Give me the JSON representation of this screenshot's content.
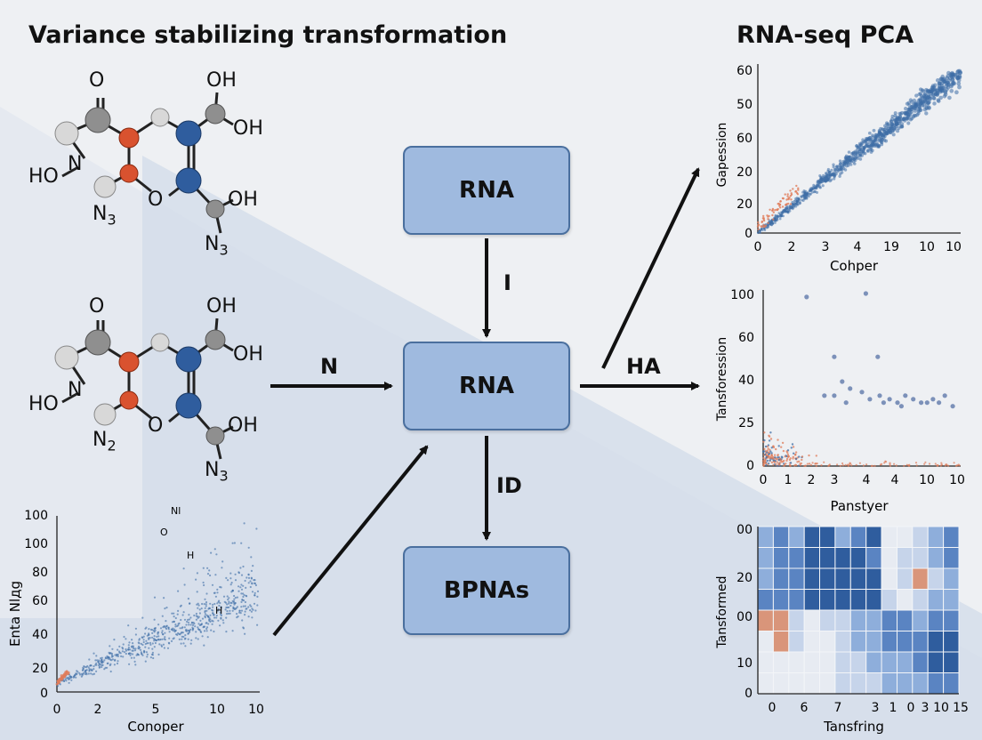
{
  "titles": {
    "main": "Variance stabilizing transformation",
    "right": "RNA-seq PCA"
  },
  "flow": {
    "nodes": [
      "RNA",
      "RNA",
      "BPNAs"
    ],
    "edge_labels": {
      "top": "I",
      "bottom": "ID",
      "left": "N",
      "right": "HA"
    }
  },
  "molecules": [
    {
      "atoms": [
        "O",
        "OH",
        "OH",
        "N",
        "HO",
        "O",
        "OH",
        "N",
        "N"
      ],
      "subscripts": [
        "3",
        "3"
      ]
    },
    {
      "atoms": [
        "O",
        "OH",
        "OH",
        "N",
        "HO",
        "O",
        "OH",
        "N",
        "N"
      ],
      "subscripts": [
        "2",
        "3"
      ]
    }
  ],
  "colors": {
    "node_fill": "#9fbadf",
    "node_border": "#4a6f9e",
    "points_blue": "#3e6ea6",
    "points_orange": "#e07c5a",
    "atom_grey": "#8f8f8f",
    "atom_red": "#d9522f",
    "atom_blue": "#2f5d9e",
    "atom_white": "#d8d8d8"
  },
  "chart_data": [
    {
      "type": "scatter",
      "title": "",
      "xlabel": "Conoper",
      "ylabel": "Enta Nlдg",
      "x_ticks": [
        "0",
        "2",
        "5",
        "10",
        "10"
      ],
      "y_ticks": [
        "100",
        "100",
        "80",
        "60",
        "40",
        "20",
        "0"
      ],
      "annotations": [
        "Nl",
        "O",
        "H",
        "H"
      ],
      "series": [
        {
          "color": "#3e6ea6",
          "trend_x": [
            0,
            10
          ],
          "trend_y": [
            5,
            55
          ]
        },
        {
          "color": "#e07c5a",
          "trend_x": [
            0,
            0.6
          ],
          "trend_y": [
            5,
            12
          ]
        }
      ]
    },
    {
      "type": "scatter",
      "title": "",
      "xlabel": "Cohper",
      "ylabel": "Gapession",
      "x_ticks": [
        "0",
        "2",
        "3",
        "4",
        "19",
        "10",
        "10"
      ],
      "y_ticks": [
        "60",
        "50",
        "60",
        "20",
        "20",
        "0"
      ],
      "series": [
        {
          "color": "#3e6ea6",
          "trend_x": [
            0,
            10
          ],
          "trend_y": [
            0,
            60
          ]
        },
        {
          "color": "#e07c5a",
          "trend_x": [
            0,
            2
          ],
          "trend_y": [
            2,
            16
          ]
        }
      ]
    },
    {
      "type": "scatter",
      "title": "",
      "xlabel": "Panstyer",
      "ylabel": "Tansforession",
      "x_ticks": [
        "0",
        "1",
        "2",
        "3",
        "4",
        "4",
        "10",
        "10"
      ],
      "y_ticks": [
        "100",
        "60",
        "40",
        "25",
        "0"
      ]
    },
    {
      "type": "heatmap",
      "title": "",
      "xlabel": "Tansfring",
      "ylabel": "Tansformed",
      "x_ticks": [
        "0",
        "6",
        "7",
        "3",
        "1",
        "0",
        "3",
        "10",
        "15"
      ],
      "y_ticks": [
        "00",
        "20",
        "00",
        "10",
        "0"
      ],
      "rows": 8,
      "cols": 13,
      "cells": [
        [
          2,
          3,
          2,
          4,
          4,
          2,
          3,
          4,
          0,
          0,
          1,
          2,
          3
        ],
        [
          2,
          3,
          3,
          4,
          4,
          4,
          4,
          3,
          0,
          1,
          1,
          2,
          3
        ],
        [
          2,
          3,
          3,
          4,
          4,
          4,
          4,
          4,
          0,
          1,
          "o",
          1,
          2
        ],
        [
          3,
          3,
          3,
          4,
          4,
          4,
          4,
          4,
          1,
          0,
          1,
          2,
          2
        ],
        [
          "o",
          "o",
          1,
          0,
          1,
          1,
          2,
          2,
          3,
          3,
          2,
          3,
          3
        ],
        [
          0,
          "o",
          1,
          0,
          0,
          1,
          2,
          2,
          3,
          3,
          3,
          4,
          4
        ],
        [
          0,
          0,
          0,
          0,
          0,
          1,
          1,
          2,
          2,
          2,
          3,
          4,
          4
        ],
        [
          0,
          0,
          0,
          0,
          0,
          1,
          1,
          1,
          2,
          2,
          2,
          3,
          3
        ]
      ]
    }
  ]
}
